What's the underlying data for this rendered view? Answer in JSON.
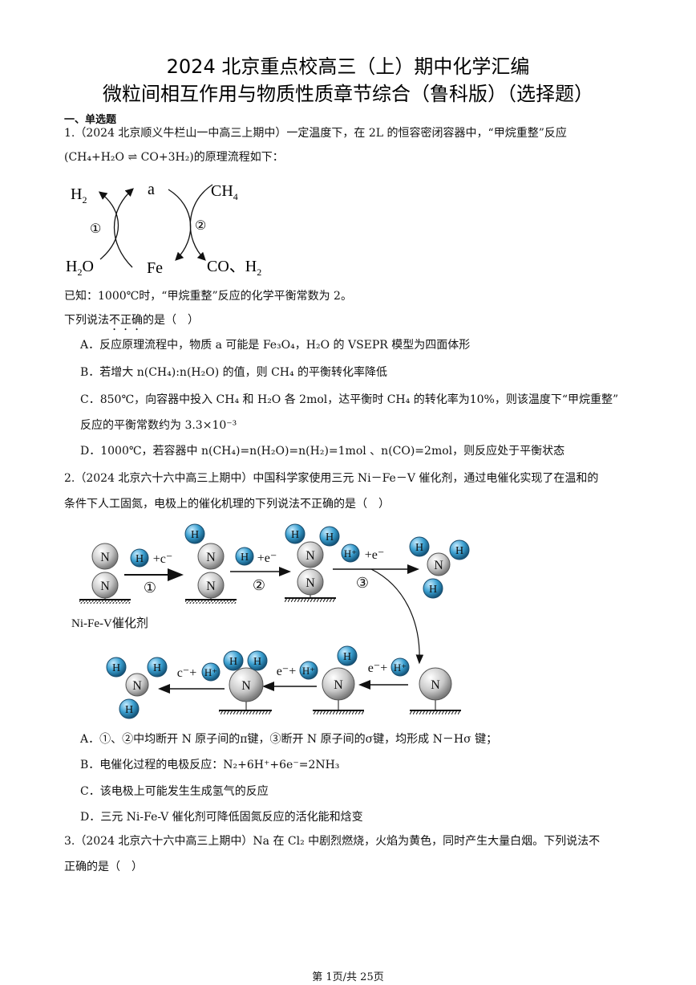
{
  "header": {
    "title_line1": "2024 北京重点校高三（上）期中化学汇编",
    "title_line2": "微粒间相互作用与物质性质章节综合（鲁科版）（选择题）"
  },
  "section": {
    "label": "一、单选题"
  },
  "q1": {
    "stem_line1": "1.（2024 北京顺义牛栏山一中高三上期中）一定温度下，在 2L 的恒容密闭容器中，“甲烷重整”反应",
    "stem_line2_eq": "(CH₄+H₂O ⇌ CO+3H₂)",
    "stem_line2_tail": "的原理流程如下：",
    "diagram": {
      "labels": {
        "h2_top": "H₂",
        "a": "a",
        "ch4": "CH₄",
        "h2o": "H₂O",
        "fe": "Fe",
        "co_h2": "CO、H₂",
        "step1": "①",
        "step2": "②"
      }
    },
    "known": "已知：1000℃时，“甲烷重整”反应的化学平衡常数为 2。",
    "ask_prefix": "下列说法",
    "ask_emph": "不正确",
    "ask_suffix": "的是（　）",
    "options": [
      {
        "letter": "A．",
        "text": "反应原理流程中，物质 a 可能是 Fe₃O₄，H₂O 的 VSEPR 模型为四面体形"
      },
      {
        "letter": "B．",
        "text": "若增大 n(CH₄):n(H₂O) 的值，则 CH₄ 的平衡转化率降低"
      },
      {
        "letter": "C．",
        "text": "850℃，向容器中投入 CH₄ 和 H₂O 各 2mol，达平衡时 CH₄ 的转化率为10%，则该温度下“甲烷重整”",
        "text2": "反应的平衡常数约为 3.3×10⁻³"
      },
      {
        "letter": "D．",
        "text": "1000℃，若容器中 n(CH₄)=n(H₂O)=n(H₂)=1mol 、n(CO)=2mol，则反应处于平衡状态"
      }
    ]
  },
  "q2": {
    "stem_line1": "2.（2024 北京六十六中高三上期中）中国科学家使用三元 Ni－Fe－V 催化剂，通过电催化实现了在温和的",
    "stem_line2": "条件下人工固氮，电极上的催化机理的下列说法不正确的是（　）",
    "diagram": {
      "catalyst_label": "Ni-Fe-V催化剂",
      "reagent": "+e⁻",
      "h_label": "H",
      "hplus_label": "H⁺",
      "n_label": "N",
      "steps": [
        "①",
        "②",
        "③"
      ],
      "reagent_rev": "e⁻+"
    },
    "options": [
      {
        "letter": "A．",
        "text": "①、②中均断开 N 原子间的π键，③断开 N 原子间的σ键，均形成 N－Hσ 键；"
      },
      {
        "letter": "B．",
        "text": "电催化过程的电极反应：N₂+6H⁺+6e⁻=2NH₃"
      },
      {
        "letter": "C．",
        "text": "该电极上可能发生生成氢气的反应"
      },
      {
        "letter": "D．",
        "text": "三元 Ni-Fe-V 催化剂可降低固氮反应的活化能和焓变"
      }
    ]
  },
  "q3": {
    "stem_line1": "3.（2024 北京六十六中高三上期中）Na 在 Cl₂ 中剧烈燃烧，火焰为黄色，同时产生大量白烟。下列说法不",
    "stem_line2": "正确的是（　）"
  },
  "footer": {
    "page": "第 1页/共 25页"
  },
  "colors": {
    "h_atom": "#3a9fd0",
    "n_atom": "#bdbdbd",
    "text": "#111111"
  }
}
